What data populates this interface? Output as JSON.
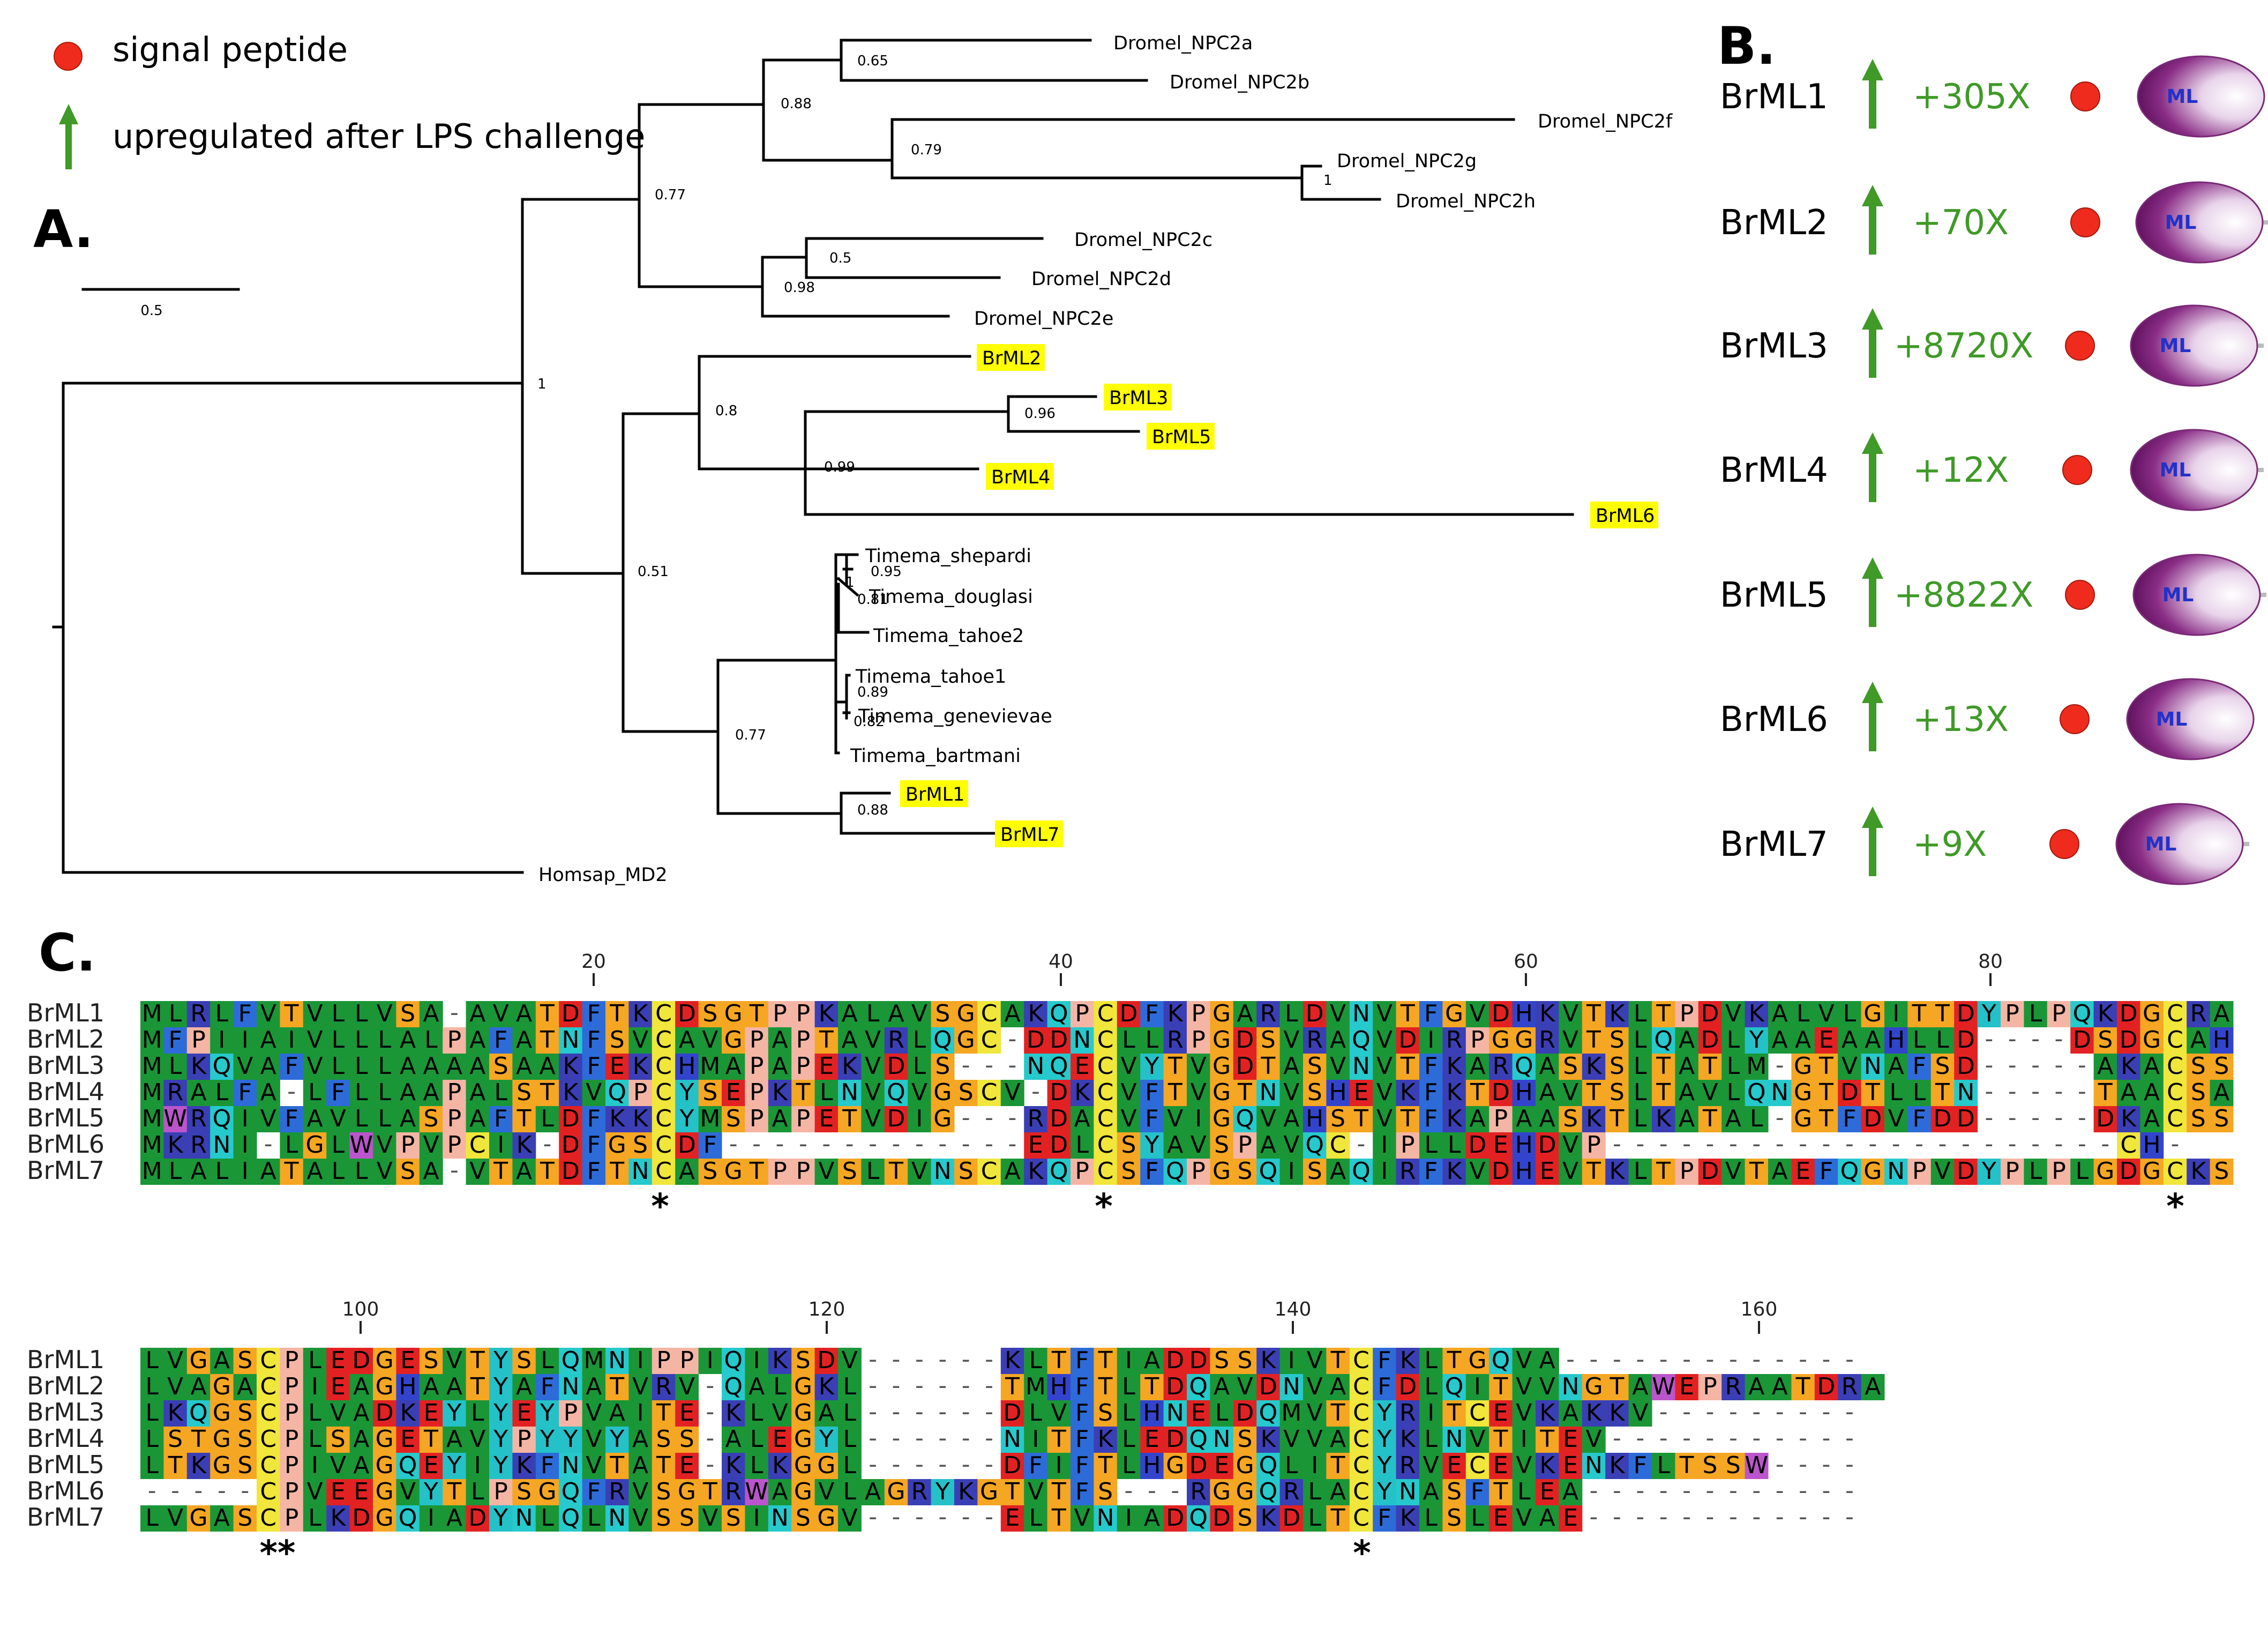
{
  "legend": {
    "signal_peptide_label": "signal peptide",
    "upregulated_label": "upregulated after LPS challenge",
    "signal_color": "#ee2b1c",
    "arrow_color": "#3f9a27"
  },
  "panel_labels": {
    "a": "A.",
    "b": "B.",
    "c": "C."
  },
  "tree": {
    "scale_label": "0.5",
    "root_label": "Homsap_MD2",
    "leaves": [
      "Dromel_NPC2a",
      "Dromel_NPC2b",
      "Dromel_NPC2f",
      "Dromel_NPC2g",
      "Dromel_NPC2h",
      "Dromel_NPC2c",
      "Dromel_NPC2d",
      "Dromel_NPC2e",
      "BrML2",
      "BrML3",
      "BrML5",
      "BrML4",
      "BrML6",
      "Timema_shepardi",
      "Timema_douglasi",
      "Timema_tahoe2",
      "Timema_tahoe1",
      "Timema_genevievae",
      "Timema_bartmani",
      "BrML1",
      "BrML7",
      "Homsap_MD2"
    ],
    "highlighted_leaves": [
      "BrML2",
      "BrML3",
      "BrML5",
      "BrML4",
      "BrML6",
      "BrML1",
      "BrML7"
    ],
    "highlight_color": "#ffff00",
    "support_values": [
      "0.65",
      "0.88",
      "0.79",
      "1",
      "0.77",
      "0.5",
      "0.98",
      "1",
      "0.8",
      "0.96",
      "0.99",
      "0.51",
      "0.95",
      "0.81",
      "1",
      "0.89",
      "0.82",
      "0.77",
      "0.88"
    ]
  },
  "proteins": [
    {
      "name": "BrML1",
      "fold": "+305X"
    },
    {
      "name": "BrML2",
      "fold": "+70X"
    },
    {
      "name": "BrML3",
      "fold": "+8720X"
    },
    {
      "name": "BrML4",
      "fold": "+12X"
    },
    {
      "name": "BrML5",
      "fold": "+8822X"
    },
    {
      "name": "BrML6",
      "fold": "+13X"
    },
    {
      "name": "BrML7",
      "fold": "+9X"
    }
  ],
  "domain_label": "ML",
  "alignment": {
    "names": [
      "BrML1",
      "BrML2",
      "BrML3",
      "BrML4",
      "BrML5",
      "BrML6",
      "BrML7"
    ],
    "block1": {
      "ruler": [
        "20",
        "40",
        "60",
        "80"
      ],
      "sequences": [
        "MLRLFVTVLLVSA-AVATDFTKCDSGTPPKALAVSGCAKQPCDFKPGARLDVNVTFGVDHKVTKLTPDVKALVLGITTDYPLPQKDGCRA",
        "MFPIIAIVLLLALPAFATNFSVCAVGPAPTAVRLQGC-DDNCLLRPGDSVRAQVDIRPGGRVTSLQADLYAAEAAHLLD----DSDGCAH",
        "MLKQVAFVLLLAAAASAAKFEKCHMAPAPEKVDLS---NQECVYTVGDTASVNVTFKARQASKSLTATLM-GTVNAFSD-----AKACSS",
        "MRALFA-LFLLAAPALSTKVQPCYSEPKTLNVQVGSCV-DKCVFTVGTNVSHEVKFKTDHAVTSLTAVLQNGTDTLLTN-----TAACSA",
        "MWRQIVFAVLLASPAFTLDFKKCYMSPAPETVDIG---RDACVFVIGQVAHSTVTFKAPAASKTLKATAL-GTFDVFDD-----DKACSS",
        "MKRNI-LGLWVPVPCIK-DFGSCDF-------------EDLCSYAVSPAVQC-IPLLDEHDVP----------------------CH-",
        "MLALIATALLVSA-VTATDFTNCASGTPPVSLTVNSCAKQPCSFQPGSQISAQIRFKVDHEVTKLTPDVTAEFQGNPVDYPLPLGDGCKS"
      ],
      "stars": [
        "*",
        "*",
        "*"
      ]
    },
    "block2": {
      "ruler": [
        "100",
        "120",
        "140",
        "160"
      ],
      "sequences": [
        "LVGASCPLEDGESVTYSLQMNIPPIQIKSDV------KLTFTIADDSSKIVTCFKLTGQVA-------------",
        "LVAGACPIEAGHAATYAFNATVRV-QALGKL------TMHFTLTDQAVDNVACFDLQITVVNGTAWEPRAATDRA",
        "LKQGSCPLVADKEYLYEYPVAITE-KLVGAL------DLVFSLHNELDQMVTCYRITCEVKAKKV---------",
        "LSTGSCPLSAGETAVYPYYVYASS-ALEGYL------NITFKLEDQNSKVVACYKLNVTITEV-----------",
        "LTKGSCPIVAGQEYIYKFNVTATE-KLKGGL------DFIFTLHGDEGQLITCYRVECEVKENKFLTSSW----",
        "-----CPVEEGVYTLPSGQFRVSGTRWAGVLAGRYKGTVTFS---RGGQRLACYNASFTLEA------------",
        "LVGASCPLKDGQIADYNLQLNVSSVSINSGV------ELTVNIADQDSKDLTCFKLSLEVAE------------"
      ],
      "stars": [
        "**",
        "*"
      ]
    }
  }
}
